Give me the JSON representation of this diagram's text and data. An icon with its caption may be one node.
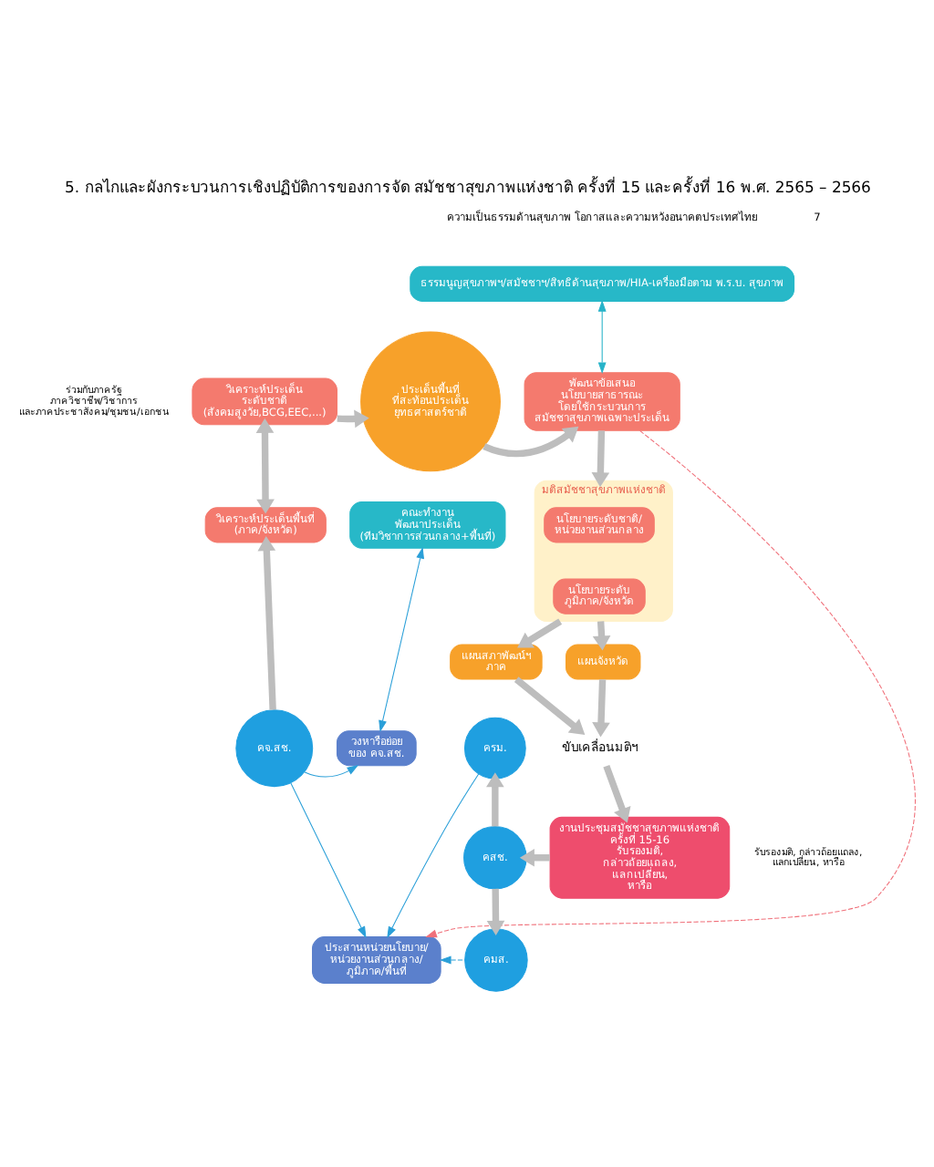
{
  "diagram": {
    "title": "5. กลไกและผังกระบวนการเชิงปฏิบัติการของการจัด สมัชชาสุขภาพแห่งชาติ ครั้งที่ 15 และครั้งที่ 16 พ.ศ. 2565 – 2566",
    "nodes": [
      {
        "text": [
          "ธรรมนูญสุขภาพฯ/สมัชชาฯ/สิทธิด้านสุขภาพ/HIA-เครื่องมือตาม พ.ร.บ. สุขภาพ"
        ]
      },
      {
        "text": [
          "วิเคราะห์ประเด็น ระดับชาติ",
          "(สังคมสูงวัย,BCG,EEC,...)"
        ],
        "beside": [
          "ร่วมกับภาครัฐ ภาควิชาชีพ/วิชาการ และภาคประชาสังคม/ชุมชน/เอกชน"
        ]
      },
      {
        "text": [
          "ประเด็นพื้นที่ ที่สะท้อนประเด็น ยุทธศาสตร์ชาติ"
        ]
      },
      {
        "text": [
          "พัฒนาข้อเสนอ นโยบายสาธารณะ โดยใช้กระบวนการ สมัชชาสุขภาพเฉพาะประเด็น"
        ]
      },
      {
        "text": [
          "มติสมัชชาสุขภาพแห่งชาติ"
        ]
      },
      {
        "text": [
          "นโยบายระดับชาติ/ หน่วยงานส่วนกลาง"
        ],
        "in": 4
      },
      {
        "text": [
          "นโยบายระดับ ภูมิภาค/จังหวัด"
        ],
        "in": 4
      },
      {
        "text": [
          "แผนสภาพัฒน์ฯ ภาค"
        ]
      },
      {
        "text": [
          "แผนจังหวัด"
        ]
      },
      {
        "text": [
          "ขับเคลื่อนมติฯ"
        ]
      },
      {
        "text": [
          "งานประชุมสมัชชาสุขภาพแห่งชาติ ครั้งที่ 15-16 รับรองมติ, กล่าวถ้อยแถลง, แลกเปลี่ยน, หารือ"
        ],
        "beside": [
          "รับรองมติ, กล่าวถ้อยแถลง, แลกเปลี่ยน, หารือ"
        ]
      },
      {
        "text": [
          "วิเคราะห์ประเด็นพื้นที่",
          "(ภาค/จังหวัด)"
        ]
      },
      {
        "text": [
          "คณะทำงาน พัฒนาประเด็น",
          "(ทีมวิชาการส่วนกลาง+พื้นที่)"
        ]
      },
      {
        "text": [
          "คจ.สช."
        ]
      },
      {
        "text": [
          "วงหารือย่อย ของ คจ.สช."
        ]
      },
      {
        "text": [
          "ประสานหน่วยนโยบาย/ หน่วยงานส่วนกลาง/ ภูมิภาค/พื้นที่"
        ]
      },
      {
        "text": [
          "ครม."
        ]
      },
      {
        "text": [
          "คสช."
        ]
      },
      {
        "text": [
          "คมส."
        ]
      }
    ],
    "edges": [
      {
        "from": 0,
        "to": 3,
        "arrow": "both",
        "color": "#27b3c9"
      },
      {
        "from": 1,
        "to": 2,
        "arrow": "to"
      },
      {
        "from": 2,
        "to": 3,
        "arrow": "to"
      },
      {
        "from": 3,
        "to": 4,
        "arrow": "to"
      },
      {
        "from": 1,
        "to": 11,
        "arrow": "both"
      },
      {
        "from": 13,
        "to": 11,
        "arrow": "to"
      },
      {
        "from": 12,
        "to": 14,
        "arrow": "both",
        "color": "#2a9fd8"
      },
      {
        "from": 13,
        "to": 14,
        "arrow": "to",
        "color": "#2a9fd8"
      },
      {
        "from": 13,
        "to": 15,
        "arrow": "to",
        "color": "#2a9fd8"
      },
      {
        "from": 3,
        "to": 15,
        "arrow": "to",
        "style": "dashed",
        "color": "#f0707a"
      },
      {
        "from": 4,
        "to": 7,
        "arrow": "to"
      },
      {
        "from": 4,
        "to": 8,
        "arrow": "to"
      },
      {
        "from": 7,
        "to": 9,
        "arrow": "to"
      },
      {
        "from": 8,
        "to": 9,
        "arrow": "to"
      },
      {
        "from": 9,
        "to": 10,
        "arrow": "to"
      },
      {
        "from": 10,
        "to": 17,
        "arrow": "to"
      },
      {
        "from": 17,
        "to": 16,
        "arrow": "to"
      },
      {
        "from": 17,
        "to": 18,
        "arrow": "to"
      },
      {
        "from": 16,
        "to": 15,
        "arrow": "to",
        "color": "#2a9fd8"
      },
      {
        "from": 18,
        "to": 15,
        "arrow": "to",
        "style": "dashed",
        "color": "#2a9fd8"
      }
    ],
    "labels": [
      "ความเป็นธรรมด้านสุขภาพ โอกาสและความหวังอนาคตประเทศไทย",
      "7"
    ]
  }
}
